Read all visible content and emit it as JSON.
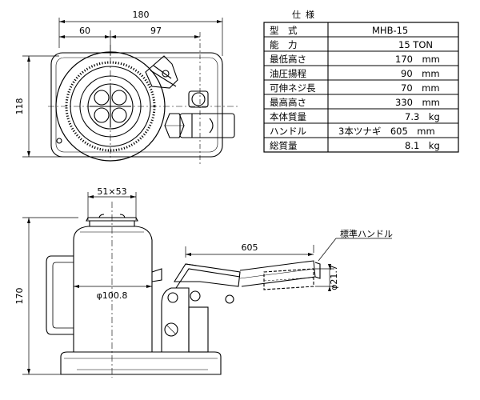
{
  "top_view": {
    "dim_overall_width": "180",
    "dim_center_offset": "60",
    "dim_right": "97",
    "dim_height": "118"
  },
  "spec_table": {
    "header": "仕様",
    "rows": [
      {
        "label": "型　式",
        "value": "MHB-15"
      },
      {
        "label": "能　力",
        "value": "15 TON"
      },
      {
        "label": "最低高さ",
        "value": "170　mm"
      },
      {
        "label": "油圧揚程",
        "value": "90　mm"
      },
      {
        "label": "可伸ネジ長",
        "value": "70　mm"
      },
      {
        "label": "最高高さ",
        "value": "330　mm"
      },
      {
        "label": "本体質量",
        "value": "7.3　kg"
      },
      {
        "label": "ハンドル",
        "value": "3本ツナギ　605　mm"
      },
      {
        "label": "総質量",
        "value": "8.1　kg"
      }
    ]
  },
  "side_view": {
    "dim_saddle": "51×53",
    "dim_height": "170",
    "dim_diameter": "φ100.8",
    "dim_handle_length": "605",
    "dim_handle_diameter": "φ21.7",
    "handle_label": "標準ハンドル"
  }
}
